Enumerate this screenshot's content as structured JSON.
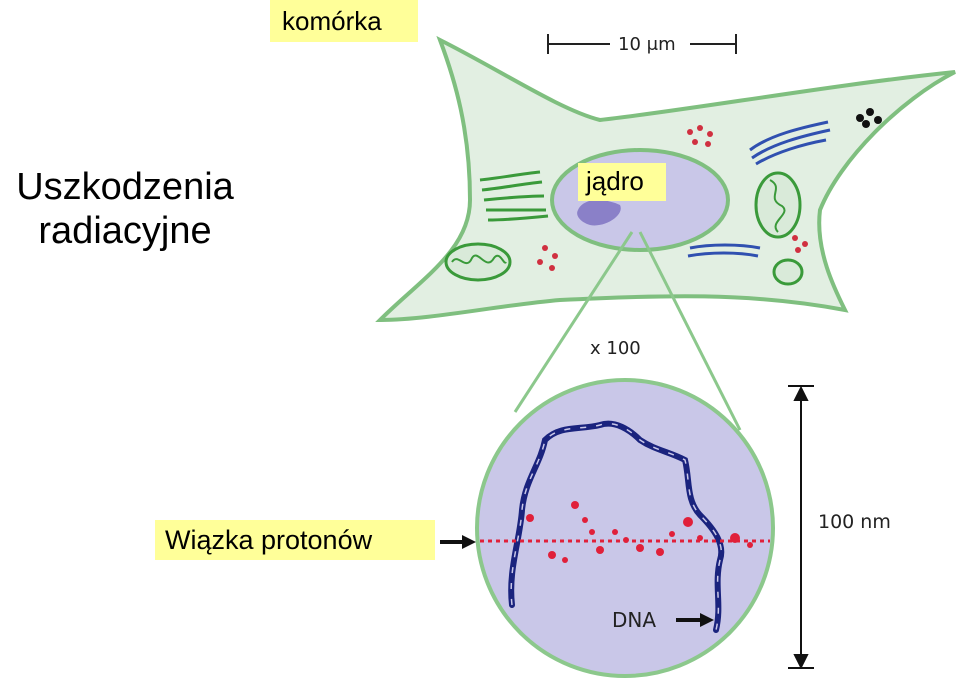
{
  "title": {
    "line1": "Uszkodzenia",
    "line2": "radiacyjne"
  },
  "labels": {
    "cell": "komórka",
    "nucleus": "jądro",
    "beam": "Wiązka protonów",
    "dna": "DNA"
  },
  "scale": {
    "cell_bar": "10 μm",
    "magnification": "x 100",
    "nano_bar": "100 nm"
  },
  "colors": {
    "cell_fill": "#e2efe2",
    "cell_stroke": "#7fbf7f",
    "nucleus_fill": "#c9c7e8",
    "dna": "#1a237e",
    "damage": "#e0203a",
    "label_bg": "#ffff99"
  }
}
